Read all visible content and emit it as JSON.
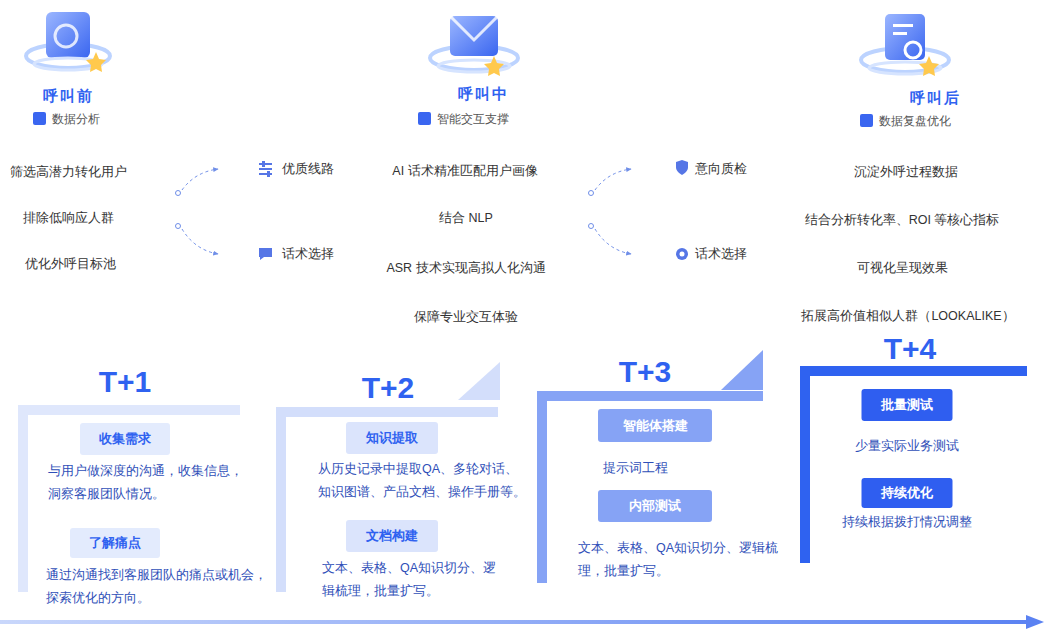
{
  "diagram": {
    "nodes": [
      {
        "text": [
          "T+1"
        ]
      },
      {
        "text": [
          "收集需求"
        ],
        "in": 0
      },
      {
        "text": [
          "了解痛点"
        ],
        "in": 0
      },
      {
        "text": [
          "T+2"
        ]
      },
      {
        "text": [
          "知识提取"
        ],
        "in": 3
      },
      {
        "text": [
          "文档构建"
        ],
        "in": 3
      },
      {
        "text": [
          "T+3"
        ]
      },
      {
        "text": [
          "智能体搭建"
        ],
        "in": 6
      },
      {
        "text": [
          "内部测试"
        ],
        "in": 6
      },
      {
        "text": [
          "T+4"
        ]
      },
      {
        "text": [
          "批量测试"
        ],
        "in": 9
      },
      {
        "text": [
          "持续优化"
        ],
        "in": 9
      }
    ],
    "labels": [
      "呼叫前",
      "数据分析",
      "筛选高潜力转化用户",
      "排除低响应人群",
      "优化外呼目标池",
      "优质线路",
      "话术选择",
      "呼叫中",
      "智能交互支撑",
      "AI 话术精准匹配用户画像",
      "结合 NLP",
      "ASR 技术实现高拟人化沟通",
      "保障专业交互体验",
      "意向质检",
      "话术选择",
      "呼叫后",
      "数据复盘优化",
      "沉淀外呼过程数据",
      "结合分析转化率、ROI 等核心指标",
      "可视化呈现效果",
      "拓展高价值相似人群（LOOKALIKE）",
      "与用户做深度的沟通，收集信息， 洞察客服团队情况。",
      "通过沟通找到客服团队的痛点或机会， 探索优化的方向。",
      "从历史记录中提取QA、多轮对话、 知识图谱、产品文档、操作手册等。",
      "文本、表格、QA知识切分、逻 辑梳理，批量扩写。",
      "提示词工程",
      "文本、表格、QA知识切分、逻辑梳 理，批量扩写。",
      "少量实际业务测试",
      "持续根据拨打情况调整"
    ]
  }
}
